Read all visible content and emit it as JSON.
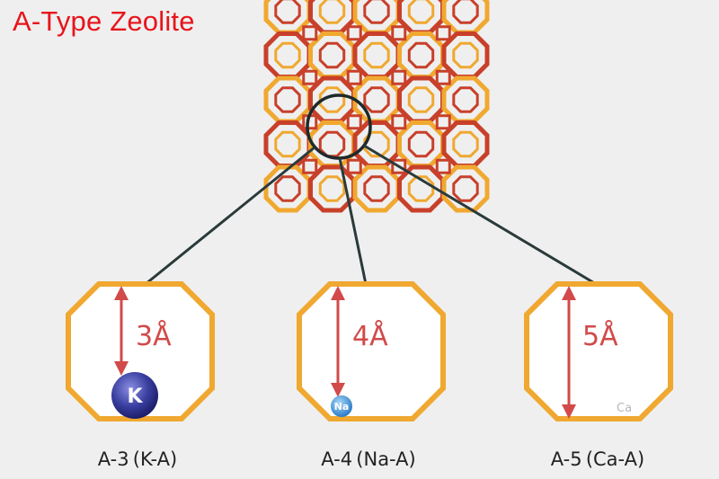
{
  "title": "A-Type Zeolite",
  "pores": [
    {
      "size_label": "3Å",
      "caption": "A-3 (K-A)",
      "ion": "K"
    },
    {
      "size_label": "4Å",
      "caption": "A-4 (Na-A)",
      "ion": "Na"
    },
    {
      "size_label": "5Å",
      "caption": "A-5 (Ca-A)",
      "ion": "Ca"
    }
  ],
  "colors": {
    "title": "#e8141b",
    "octagon_stroke": "#f0a830",
    "arrow": "#d24a4a",
    "connector": "#2a3a3a",
    "framework_red": "#c8402a",
    "framework_orange": "#f0a830",
    "k_ion": "#3a3fa0",
    "na_ion": "#3a8fd0"
  }
}
